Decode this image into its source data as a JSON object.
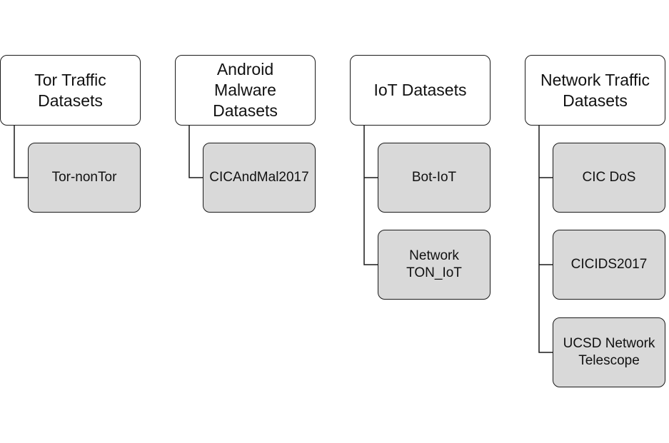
{
  "groups": [
    {
      "title": "Tor Traffic\nDatasets",
      "children": [
        "Tor-nonTor"
      ]
    },
    {
      "title": "Android\nMalware\nDatasets",
      "children": [
        "CICAndMal2017"
      ]
    },
    {
      "title": "IoT Datasets",
      "children": [
        "Bot-IoT",
        "Network\nTON_IoT"
      ]
    },
    {
      "title": "Network Traffic\nDatasets",
      "children": [
        "CIC DoS",
        "CICIDS2017",
        "UCSD Network\nTelescope"
      ]
    }
  ],
  "colors": {
    "parent_fill": "#ffffff",
    "child_fill": "#d9d9d9",
    "stroke": "#1a1a1a"
  }
}
